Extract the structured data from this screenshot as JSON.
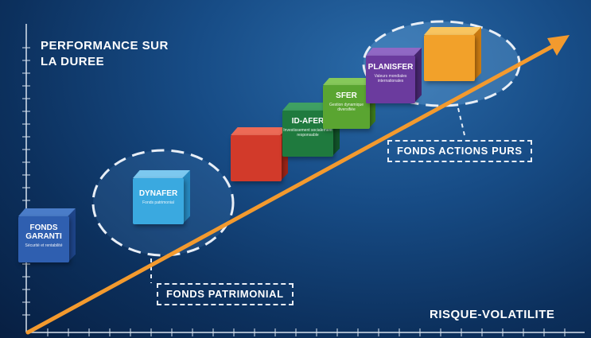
{
  "axes": {
    "y_title": "PERFORMANCE SUR LA DUREE",
    "x_title": "RISQUE-VOLATILITE"
  },
  "funds": [
    {
      "id": "fonds-garanti",
      "name": "FONDS GARANTI",
      "description": "Sécurité et rentabilité",
      "color": "#2f5fb0"
    },
    {
      "id": "dynafer",
      "name": "DYNAFER",
      "description": "Fonds patrimonial",
      "color": "#3aa9e0"
    },
    {
      "id": "red-fund",
      "name": "",
      "description": "",
      "color": "#d23a2a"
    },
    {
      "id": "id-afer",
      "name": "ID-AFER",
      "description": "Investissement socialement responsable",
      "color": "#1f7a3e"
    },
    {
      "id": "sfer",
      "name": "SFER",
      "description": "Gestion dynamique diversifiée",
      "color": "#5aa531"
    },
    {
      "id": "planisfer",
      "name": "PLANISFER",
      "description": "Valeurs mondiales internationales",
      "color": "#6b3b9e"
    },
    {
      "id": "orange-fund",
      "name": "",
      "description": "",
      "color": "#f2a12a"
    }
  ],
  "groups": {
    "patrimonial": "FONDS PATRIMONIAL",
    "actions": "FONDS ACTIONS PURS"
  },
  "colors": {
    "arrow": "#f39a2e",
    "axis": "#d7e2ee",
    "ellipse": "#e8eef6"
  }
}
